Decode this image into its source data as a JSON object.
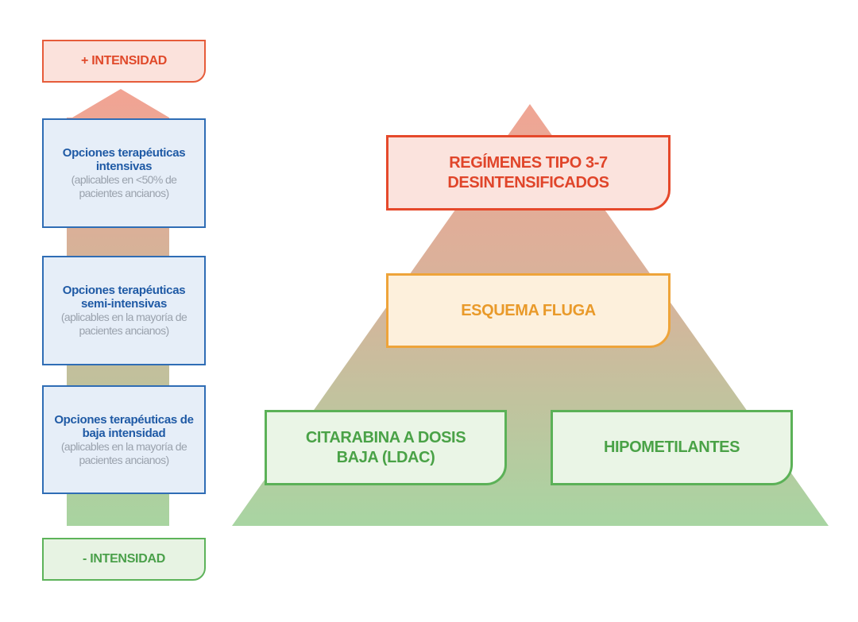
{
  "scale": {
    "top_label": "+ INTENSIDAD",
    "bottom_label": "- INTENSIDAD"
  },
  "options": [
    {
      "title": "Opciones terapéuticas intensivas",
      "subtitle": "(aplicables en <50% de pacientes ancianos)"
    },
    {
      "title": "Opciones terapéuticas semi-intensivas",
      "subtitle": "(aplicables en la mayoría de pacientes ancianos)"
    },
    {
      "title": "Opciones terapéuticas de baja intensidad",
      "subtitle": "(aplicables en la mayoría de pacientes ancianos)"
    }
  ],
  "pyramid": {
    "top": "REGÍMENES TIPO 3-7 DESINTENSIFICADOS",
    "middle": "ESQUEMA FLUGA",
    "bottom_left": "CITARABINA A DOSIS BAJA (LDAC)",
    "bottom_right": "HIPOMETILANTES"
  },
  "colors": {
    "high": "#e5492b",
    "medium": "#eea43a",
    "low": "#5bb157",
    "options_border": "#2f6db5"
  }
}
